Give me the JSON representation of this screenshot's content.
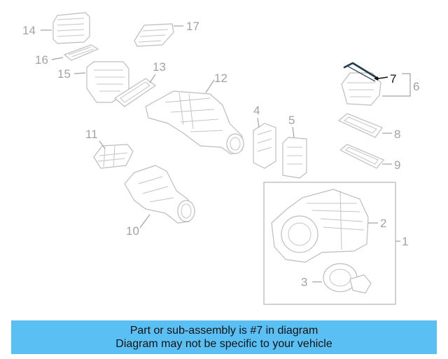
{
  "callouts": {
    "c1": "1",
    "c2": "2",
    "c3": "3",
    "c4": "4",
    "c5": "5",
    "c6": "6",
    "c7": "7",
    "c8": "8",
    "c9": "9",
    "c10": "10",
    "c11": "11",
    "c12": "12",
    "c13": "13",
    "c14": "14",
    "c15": "15",
    "c16": "16",
    "c17": "17"
  },
  "highlight_part": "7",
  "colors": {
    "highlight_part": "#1f3b4d",
    "faded_part": "#bdbdbd",
    "label": "#a3a3a3",
    "banner": "#5ac0f4"
  },
  "banner": {
    "line1": "Part or sub-assembly is #7 in diagram",
    "line2": "Diagram may not be specific to your vehicle"
  }
}
